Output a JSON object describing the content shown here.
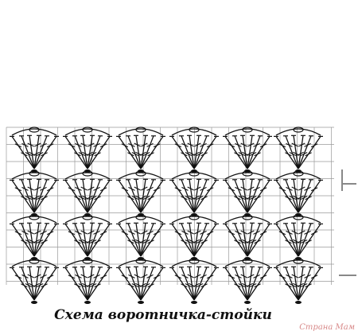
{
  "diagram": {
    "caption": "Схема воротничка-стойки",
    "watermark": "Страна Мам",
    "motif_rows": 4,
    "motif_columns": 6,
    "colors": {
      "grid": "#9a9a9a",
      "ink": "#111111",
      "watermark": "#d88a8a"
    }
  }
}
